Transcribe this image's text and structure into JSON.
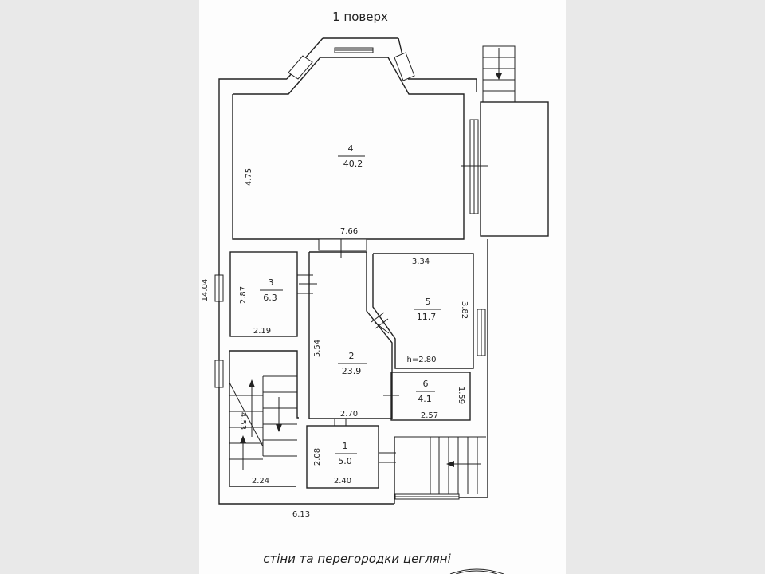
{
  "title": "1 поверх",
  "footer": "стіни та перегородки цегляні",
  "rooms": [
    {
      "id": "4",
      "area": "40.2"
    },
    {
      "id": "3",
      "area": "6.3"
    },
    {
      "id": "5",
      "area": "11.7"
    },
    {
      "id": "2",
      "area": "23.9"
    },
    {
      "id": "6",
      "area": "4.1"
    },
    {
      "id": "1",
      "area": "5.0"
    }
  ],
  "dimensions": {
    "d475": "4.75",
    "d766": "7.66",
    "d1404": "14.04",
    "d287": "2.87",
    "d219": "2.19",
    "d334": "3.34",
    "d382": "3.82",
    "d554": "5.54",
    "h280": "h=2.80",
    "d159": "1.59",
    "d257": "2.57",
    "d270": "2.70",
    "d453": "4.53",
    "d208": "2.08",
    "d240": "2.40",
    "d224": "2.24",
    "d613": "6.13"
  }
}
